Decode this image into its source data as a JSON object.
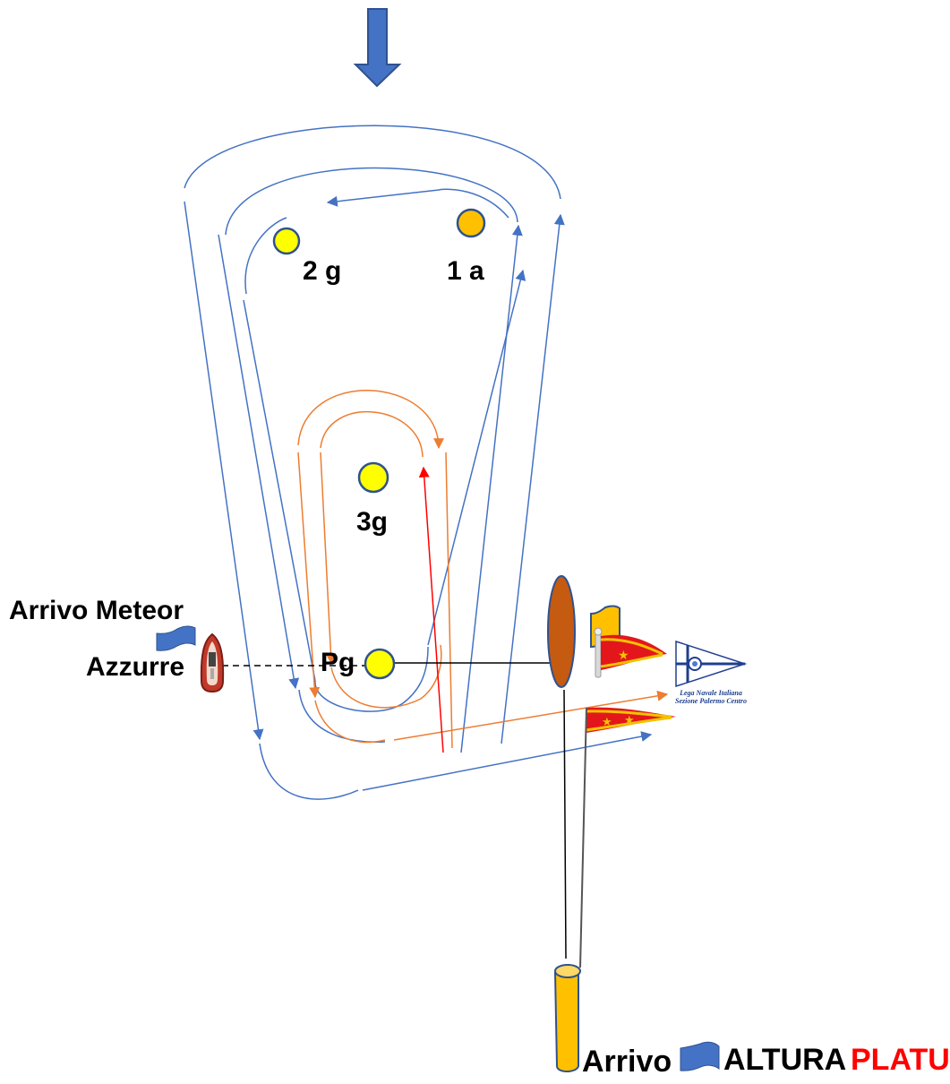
{
  "labels": {
    "mark_1": "1 a",
    "mark_2": "2 g",
    "mark_3": "3g",
    "mark_pg": "Pg",
    "arrivo_meteor": "Arrivo Meteor",
    "azzurre": "Azzurre",
    "arrivo": "Arrivo",
    "altura": "ALTURA",
    "platu": "PLATU"
  },
  "logo": {
    "line1": "Lega Navale Italiana",
    "line2": "Sezione Palermo Centro"
  },
  "colors": {
    "wind_arrow": "#4472c4",
    "course_blue": "#4472c4",
    "course_orange": "#ed7d31",
    "course_red": "#ff0000",
    "mark_yellow": "#ffff00",
    "mark_orange": "#ffc000",
    "committee_boat": "#c55a11",
    "flag_blue": "#4472c4",
    "flag_yellow": "#ffc000",
    "label_red": "#ff0000"
  },
  "icons": [
    "wind-arrow-icon",
    "rib-boat-icon",
    "blue-flag-icon",
    "yellow-flag-icon",
    "pennant-flag-icon",
    "lni-burgee-icon",
    "cylinder-buoy-icon"
  ]
}
